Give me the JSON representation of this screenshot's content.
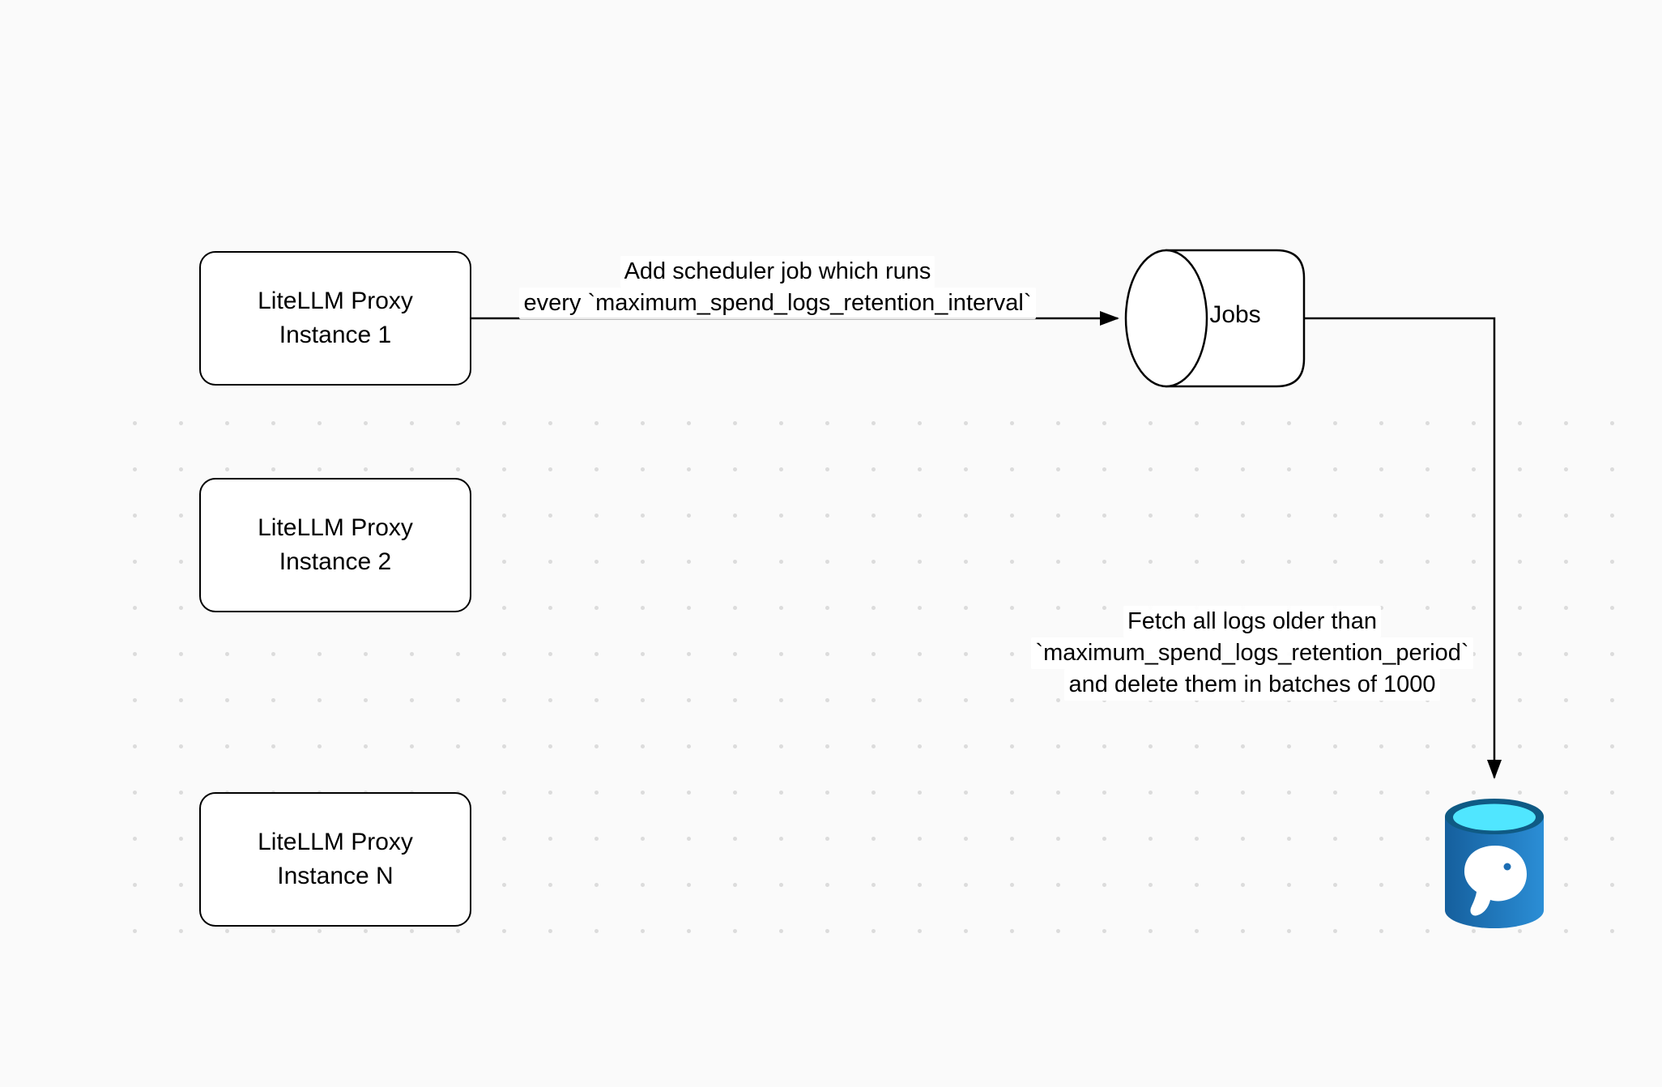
{
  "diagram": {
    "background_color": "#fafafa",
    "nodes": {
      "instance1": {
        "line1": "LiteLLM Proxy",
        "line2": "Instance 1"
      },
      "instance2": {
        "line1": "LiteLLM Proxy",
        "line2": "Instance 2"
      },
      "instanceN": {
        "line1": "LiteLLM Proxy",
        "line2": "Instance N"
      },
      "jobs": {
        "label": "Jobs",
        "shape": "horizontal-cylinder"
      },
      "postgres": {
        "icon": "postgresql-database-icon",
        "body_blue": "#1e6fb8",
        "top_cyan": "#50e6ff"
      }
    },
    "edges": {
      "scheduler_label": {
        "line1": "Add scheduler job which runs",
        "line2": "every `maximum_spend_logs_retention_interval`"
      },
      "fetch_label": {
        "line1": "Fetch all logs older than",
        "line2": "`maximum_spend_logs_retention_period`",
        "line3": "and delete them in batches of 1000"
      }
    },
    "colors": {
      "node_fill": "#ffffff",
      "node_border": "#000000",
      "edge_stroke": "#000000",
      "dot_grid": "#dcdcdc"
    }
  }
}
